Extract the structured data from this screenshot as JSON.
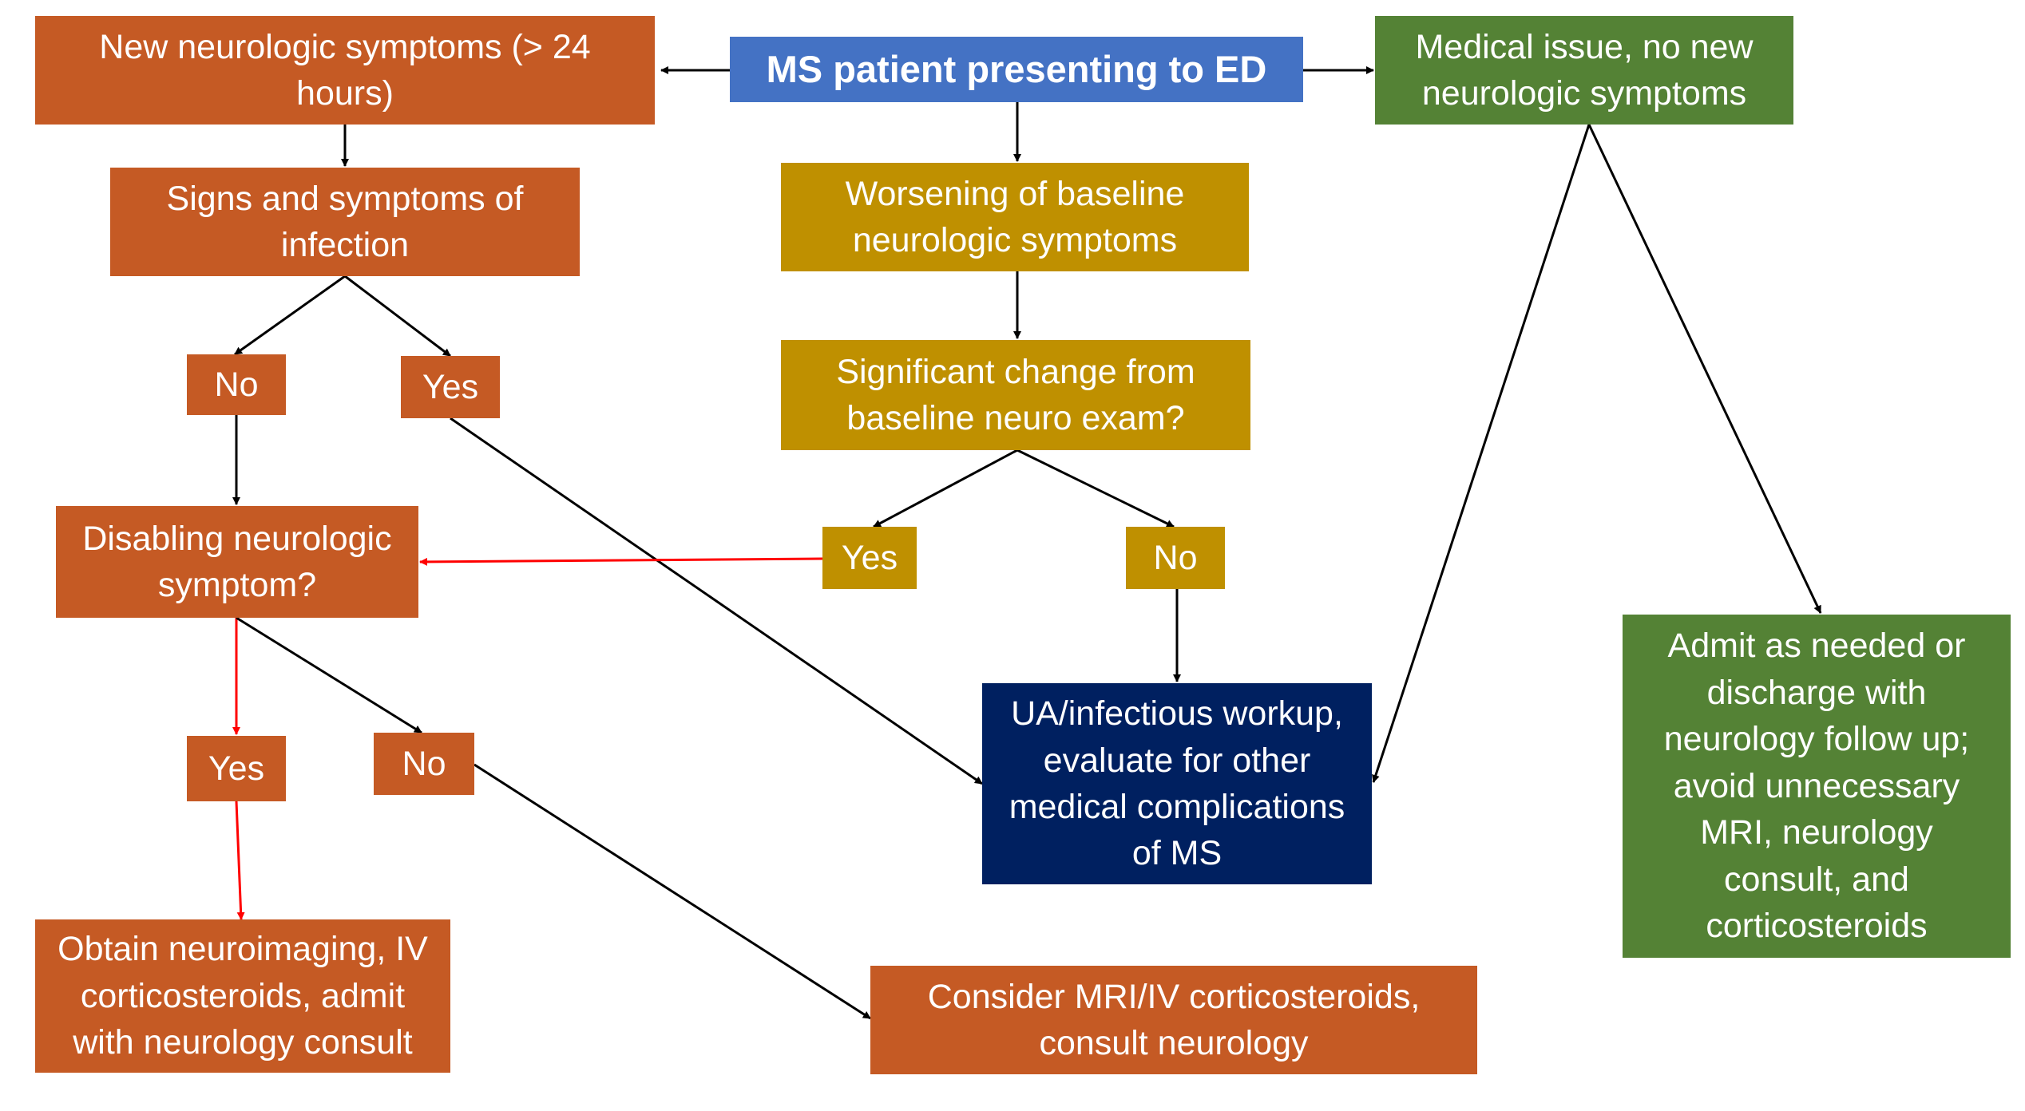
{
  "colors": {
    "orange": "#C55A24",
    "blue": "#4472C4",
    "green": "#548235",
    "gold": "#BF9000",
    "navy": "#002060",
    "black_arrow": "#000000",
    "red_arrow": "#FF0000"
  },
  "nodes": {
    "start": "MS patient presenting to ED",
    "new_symptoms": "New neurologic symptoms (> 24\nhours)",
    "medical_issue": "Medical issue, no new\nneurologic symptoms",
    "infection_signs": "Signs and symptoms of\ninfection",
    "infection_no": "No",
    "infection_yes": "Yes",
    "worsening": "Worsening of baseline\nneurologic symptoms",
    "significant_change": "Significant change from\nbaseline neuro exam?",
    "change_yes": "Yes",
    "change_no": "No",
    "disabling": "Disabling neurologic\nsymptom?",
    "disabling_yes": "Yes",
    "disabling_no": "No",
    "ua_workup": "UA/infectious workup,\nevaluate for other\nmedical complications\nof MS",
    "admit_discharge": "Admit as needed or\ndischarge with\nneurology follow up;\navoid unnecessary\nMRI, neurology\nconsult, and\ncorticosteroids",
    "obtain_imaging": "Obtain neuroimaging, IV\ncorticosteroids, admit\nwith neurology consult",
    "consider_mri": "Consider MRI/IV corticosteroids,\nconsult neurology"
  }
}
